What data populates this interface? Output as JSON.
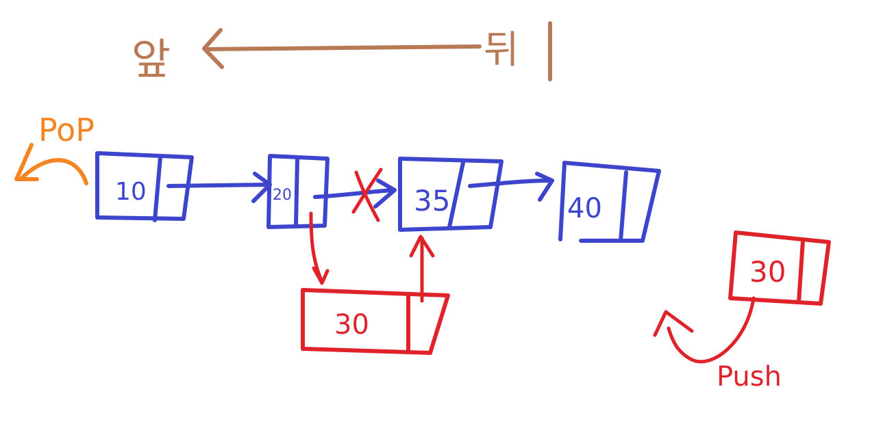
{
  "colors": {
    "direction": "#b87a55",
    "queue_node": "#3c45cc",
    "new_node": "#e0222a",
    "pop": "#f58422",
    "background": "#ffffff"
  },
  "direction": {
    "front_label": "앞",
    "back_label": "뒤"
  },
  "operations": {
    "pop_label": "PoP",
    "push_label": "Push"
  },
  "queue_nodes": [
    {
      "label": "10"
    },
    {
      "label": "20"
    },
    {
      "label": "35"
    },
    {
      "label": "40"
    }
  ],
  "inserted_node": {
    "label": "30"
  },
  "push_node": {
    "label": "30"
  }
}
